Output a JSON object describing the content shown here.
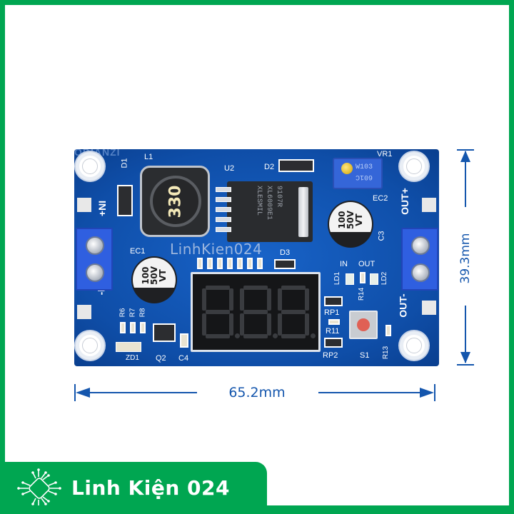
{
  "branding": {
    "name": "Linh Kiện 024",
    "logo_icon": "circuit-chip-icon",
    "accent_color": "#00a651"
  },
  "product": {
    "dimensions": {
      "width_label": "65.2mm",
      "height_label": "39.3mm"
    },
    "watermarks": {
      "top": "ODIANZI",
      "overlay": "LinhKien024"
    },
    "silkscreen": {
      "in_plus": "+NI",
      "in_minus": "-NI",
      "out_plus": "OUT+",
      "out_minus": "OUT-",
      "L1": "L1",
      "D1": "D1",
      "U2": "U2",
      "D2": "D2",
      "D3": "D3",
      "VR1": "VR1",
      "EC1": "EC1",
      "EC2": "EC2",
      "C3": "C3",
      "C4": "C4",
      "Q2": "Q2",
      "ZD1": "ZD1",
      "R6": "R6",
      "R7": "R7",
      "R8": "R8",
      "R11": "R11",
      "R13": "R13",
      "R14": "R14",
      "RP1": "RP1",
      "RP2": "RP2",
      "S1": "S1",
      "LD1": "LD1",
      "LD2": "LD2",
      "led_in": "IN",
      "led_out": "OUT"
    },
    "inductor_marking": "330",
    "ic_marking": [
      "XLESMIL",
      "XL6009E1",
      "9107R"
    ],
    "pot_marking": [
      "W103",
      "601C"
    ],
    "capacitor_marking": [
      "100",
      "50V",
      "VT"
    ],
    "display_digits": 3
  }
}
